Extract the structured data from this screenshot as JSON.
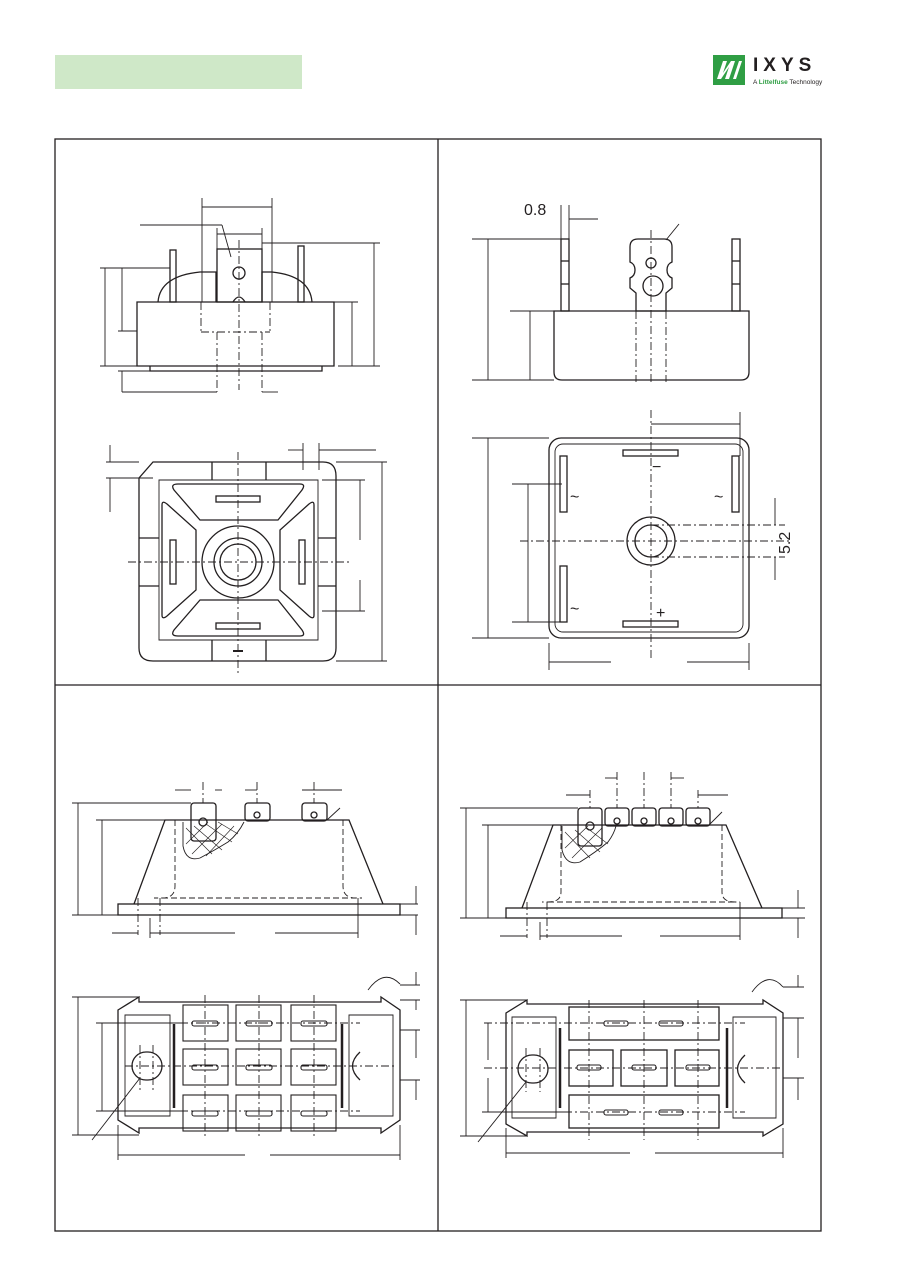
{
  "header": {
    "logo_text": "IXYS",
    "logo_tag_prefix": "A ",
    "logo_tag_brand": "Littelfuse",
    "logo_tag_suffix": " Technology",
    "colors": {
      "header_box": "#cfe8c8",
      "logo_green": "#2f9e44",
      "ink": "#231f20"
    }
  },
  "panels": [
    {
      "id": "top-left",
      "views": [
        "side-view",
        "bottom-view"
      ]
    },
    {
      "id": "top-right",
      "views": [
        "side-view",
        "top-view"
      ],
      "labels": {
        "lead_thickness": "0.8",
        "hole_offset": "5.2",
        "plus": "+",
        "minus": "−",
        "ac1": "~",
        "ac2": "~",
        "ac3": "~"
      }
    },
    {
      "id": "bottom-left",
      "views": [
        "side-view",
        "top-view"
      ]
    },
    {
      "id": "bottom-right",
      "views": [
        "side-view",
        "top-view"
      ]
    }
  ]
}
